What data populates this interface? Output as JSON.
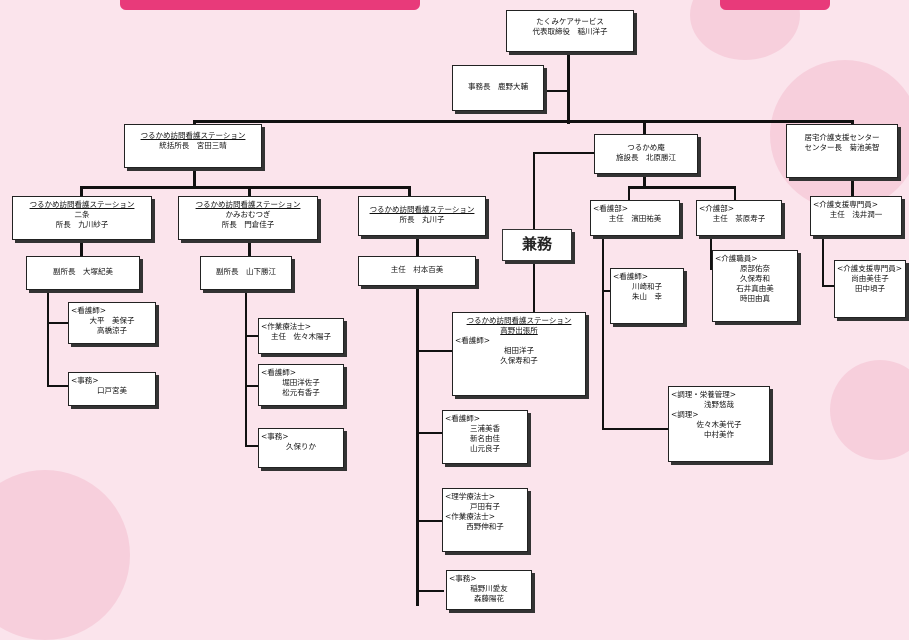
{
  "top": {
    "company": "たくみケアサービス",
    "president": "代表取締役　稲川洋子"
  },
  "executive": {
    "label": "事務長　鹿野大輔"
  },
  "kenmu": "兼務",
  "stations": {
    "main": {
      "name": "つるかめ訪問看護ステーション",
      "head": "統括所長　宮田三晴"
    },
    "nijo": {
      "name": "つるかめ訪問看護ステーション",
      "branch": "二条",
      "head": "所長　九川紗子",
      "deputy": "副所長　大塚紀美",
      "nurse_title": "<看護師>",
      "nurses": [
        "大平　美保子",
        "高橋涼子"
      ],
      "clerk_title": "<事務>",
      "clerks": [
        "口戸宮美"
      ]
    },
    "kamimachi": {
      "name": "つるかめ訪問看護ステーション",
      "branch": "かみおむつぎ",
      "head": "所長　門倉佳子",
      "deputy": "副所長　山下勝江",
      "ot_title": "<作業療法士>",
      "ot_staff": [
        "主任　佐々木陽子"
      ],
      "nurse_title": "<看護師>",
      "nurses": [
        "堀田洋佐子",
        "松元有香子"
      ],
      "clerk_title": "<事務>",
      "clerks": [
        "久保りか"
      ]
    },
    "center": {
      "name": "つるかめ訪問看護ステーション",
      "head": "所長　丸川子",
      "chief": "主任　村本百美",
      "sub_name": "つるかめ訪問看護ステーション",
      "sub_branch": "高野出張所",
      "sub_title": "<看護師>",
      "sub_staff": [
        "相田洋子",
        "久保寿和子"
      ],
      "nurse_title": "<看護師>",
      "nurses": [
        "三浦美香",
        "新名由佳",
        "山元良子"
      ],
      "pt_title": "<理学療法士>",
      "pt_staff": [
        "戸田有子"
      ],
      "ot_title": "<作業療法士>",
      "ot_staff": [
        "西野伸和子"
      ],
      "clerk_title": "<事務>",
      "clerks": [
        "稲野川愛友",
        "森藤陽花"
      ]
    }
  },
  "home": {
    "name": "つるかめ庵",
    "head": "施設長　北原勝江",
    "nursing_title": "<看護部>",
    "nursing_chief": "主任　濱田祐美",
    "nursing_staff_title": "<看護師>",
    "nursing_staff": [
      "川崎和子",
      "朱山　幸"
    ],
    "care_title": "<介護部>",
    "care_chief": "主任　茶原寿子",
    "care_staff_title": "<介護職員>",
    "care_staff": [
      "原部佑奈",
      "久保寿和",
      "石井真由美",
      "時田由真"
    ],
    "cook_title": "<調理・栄養管理>",
    "cook_head": "浅野悠哉",
    "cook_staff_title": "<調理>",
    "cook_staff": [
      "佐々木美代子",
      "中村美作"
    ]
  },
  "homecare": {
    "name": "居宅介護支援センター",
    "head": "センター長　菊池美智",
    "cm_title": "<介護支援専門員>",
    "cm_staff": [
      "主任　浅井潤一"
    ],
    "helper_title": "<介護支援専門員>",
    "helpers": [
      "尚由美佳子",
      "田中頃子"
    ]
  }
}
